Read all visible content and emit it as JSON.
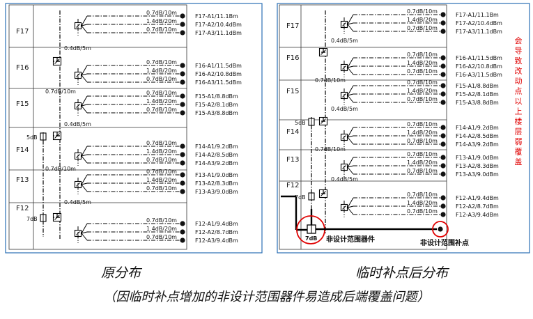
{
  "left": {
    "floors": [
      "F17",
      "F16",
      "F15",
      "F14",
      "F13",
      "F12"
    ],
    "branch_labels": [
      [
        "0.7dB/10m",
        "1.4dB/20m",
        "0.7dB/10m"
      ],
      [
        "0.7dB/10m",
        "1.4dB/20m",
        "0.7dB/10m"
      ],
      [
        "0.7dB/10m",
        "1.4dB/20m",
        "0.7dB/10m"
      ],
      [
        "0.7dB/10m",
        "1.4dB/20m",
        "0.7dB/10m"
      ],
      [
        "0.7dB/10m",
        "1.4dB/20m",
        "0.7dB/10m"
      ],
      [
        "0.7dB/10m",
        "1.4dB/20m",
        "0.7dB/10m"
      ]
    ],
    "antennas": [
      [
        "F17-A1/11.1Bm",
        "F17-A2/10.4dBm",
        "F17-A3/11.1dBm"
      ],
      [
        "F16-A1/11.5dBm",
        "F16-A2/10.8dBm",
        "F16-A3/11.5dBm"
      ],
      [
        "F15-A1/8.8dBm",
        "F15-A2/8.1dBm",
        "F15-A3/8.8dBm"
      ],
      [
        "F14-A1/9.2dBm",
        "F14-A2/8.5dBm",
        "F14-A3/9.2dBm"
      ],
      [
        "F13-A1/9.0dBm",
        "F13-A2/8.3dBm",
        "F13-A3/9.0dBm"
      ],
      [
        "F12-A1/9.4dBm",
        "F12-A2/8.7dBm",
        "F12-A3/9.4dBm"
      ]
    ],
    "riser_labels": [
      "0.4dB/5m",
      "0.7dB/10m",
      "0.4dB/5m",
      "0.7dB/10m",
      "0.4dB/5m"
    ],
    "coupler_labels": [
      "5dB",
      "7dB"
    ]
  },
  "right": {
    "floors": [
      "F17",
      "F16",
      "F15",
      "F14",
      "F13",
      "F12"
    ],
    "branch_labels": [
      [
        "0.7dB/10m",
        "1.4dB/20m",
        "0.7dB/10m"
      ],
      [
        "0.7dB/10m",
        "1.4dB/20m",
        "0.7dB/10m"
      ],
      [
        "0.7dB/10m",
        "1.4dB/20m",
        "0.7dB/10m"
      ],
      [
        "0.7dB/10m",
        "1.4dB/20m",
        "0.7dB/10m"
      ],
      [
        "0.7dB/10m",
        "1.4dB/20m",
        "0.7dB/10m"
      ],
      [
        "0.7dB/10m",
        "1.4dB/20m",
        "0.7dB/10m"
      ]
    ],
    "antennas": [
      [
        "F17-A1/11.1Bm",
        "F17-A2/10.4dBm",
        "F17-A3/11.1dBm"
      ],
      [
        "F16-A1/11.5dBm",
        "F16-A2/10.8dBm",
        "F16-A3/11.5dBm"
      ],
      [
        "F15-A1/8.8dBm",
        "F15-A2/8.1dBm",
        "F15-A3/8.8dBm"
      ],
      [
        "F14-A1/9.2dBm",
        "F14-A2/8.5dBm",
        "F14-A3/9.2dBm"
      ],
      [
        "F13-A1/9.0dBm",
        "F13-A2/8.3dBm",
        "F13-A3/9.0dBm"
      ],
      [
        "F12-A1/9.4dBm",
        "F12-A2/8.7dBm",
        "F12-A3/9.4dBm"
      ]
    ],
    "riser_labels": [
      "0.4dB/5m",
      "0.7dB/10m",
      "0.4dB/5m",
      "0.7dB/10m",
      "0.4dB/5m"
    ],
    "coupler_labels": [
      "5dB",
      "7dB"
    ],
    "added_coupler_label": "7dB",
    "added_device_label": "非设计范围器件",
    "added_antenna_label": "非设计范围补点",
    "side_note": "会导致改动点以上楼层弱覆盖"
  },
  "captions": {
    "left": "原分布",
    "right": "临时补点后分布",
    "note": "（因临时补点增加的非设计范围器件易造成后端覆盖问题）"
  },
  "colors": {
    "line": "#000000",
    "highlight": "#e00000",
    "frame": "#2a6fb5"
  }
}
